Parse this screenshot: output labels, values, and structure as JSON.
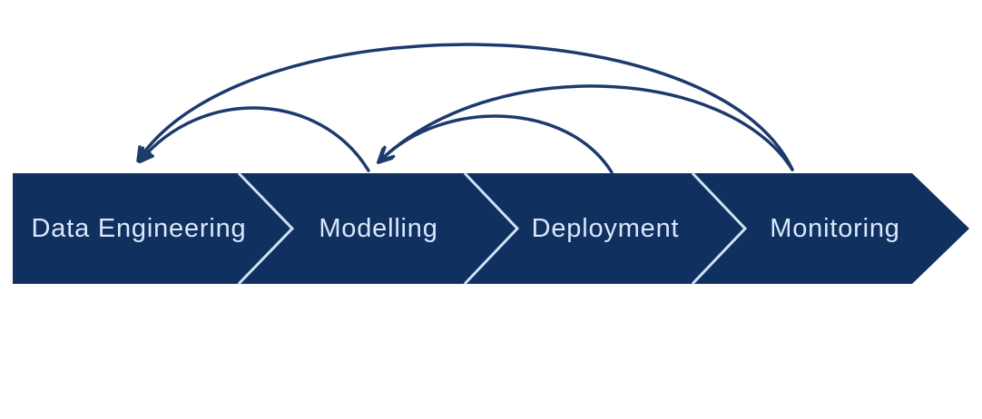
{
  "diagram": {
    "type": "process-flow-with-feedback-loops",
    "stages": [
      {
        "label": "Data Engineering"
      },
      {
        "label": "Modelling"
      },
      {
        "label": "Deployment"
      },
      {
        "label": "Monitoring"
      }
    ],
    "feedback_arrows": [
      {
        "from": "Monitoring",
        "to": "Data Engineering"
      },
      {
        "from": "Monitoring",
        "to": "Modelling"
      },
      {
        "from": "Deployment",
        "to": "Modelling"
      },
      {
        "from": "Modelling",
        "to": "Data Engineering"
      }
    ],
    "colors": {
      "band": "#10305f",
      "arrow": "#1d3a6d",
      "separator": "#cfe2f7",
      "label_text": "#d9e8fa",
      "background": "#ffffff"
    }
  }
}
